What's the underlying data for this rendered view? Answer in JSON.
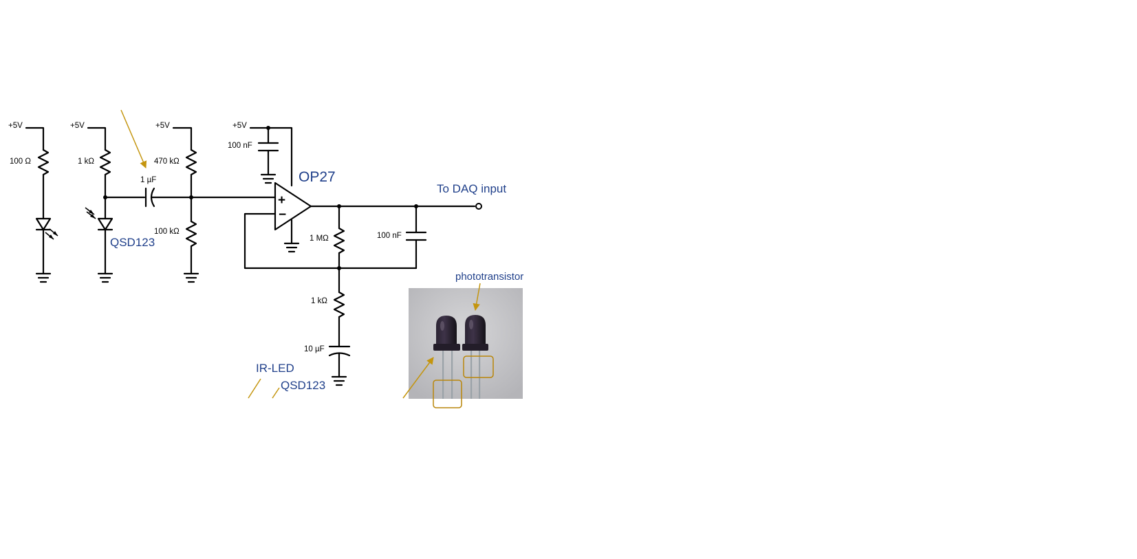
{
  "labels": {
    "v_led": "+5V",
    "v_pt": "+5V",
    "v_bias": "+5V",
    "v_op": "+5V",
    "r_led": "100 Ω",
    "r_pt": "1 kΩ",
    "r_bias_top": "470 kΩ",
    "r_bias_bot": "100 kΩ",
    "c_coupling": "1 µF",
    "c_supply": "100 nF",
    "opamp": "OP27",
    "daq": "To DAQ input",
    "r_fb": "1 MΩ",
    "c_fb": "100 nF",
    "r_gain": "1 kΩ",
    "c_gain": "10 µF",
    "pt_part": "QSD123",
    "irled_caption": "IR-LED",
    "qsd_caption": "QSD123",
    "pt_caption": "phototransistor",
    "opamp_plus": "+",
    "opamp_minus": "−"
  },
  "colors": {
    "label_blue": "#1f3f8a",
    "annotation_gold": "#c4950e",
    "wire": "#000000"
  }
}
